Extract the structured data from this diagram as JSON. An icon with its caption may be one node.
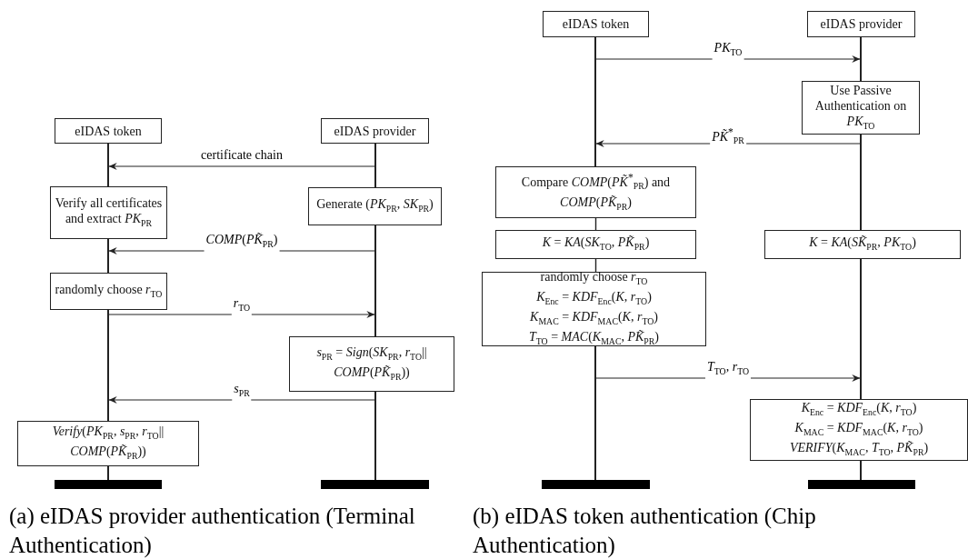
{
  "diagram": {
    "nodes": [
      {
        "text": [
          "eIDAS token"
        ]
      },
      {
        "text": [
          "eIDAS provider"
        ]
      },
      {
        "text": [],
        "shape": "line"
      },
      {
        "text": [],
        "shape": "line"
      },
      {
        "text": [
          "Verify all certificates and extract *PK*$_{PR}$"
        ]
      },
      {
        "text": [
          "Generate (*PK*$_{PR}$, *SK*$_{PR}$)"
        ]
      },
      {
        "text": [],
        "shape": "line"
      },
      {
        "text": [],
        "shape": "line"
      },
      {
        "text": [
          "randomly choose *r*$_{TO}$"
        ]
      },
      {
        "text": [],
        "shape": "line"
      },
      {
        "text": [
          "*s*$_{PR}$ = *Sign*(*SK*$_{PR}$, *r*$_{TO}$|| *COMP*(*PK̃*$_{PR}$))"
        ]
      },
      {
        "text": [],
        "shape": "line"
      },
      {
        "text": [
          "*Verify*(*PK*$_{PR}$, *s*$_{PR}$, *r*$_{TO}$|| *COMP*(*PK̃*$_{PR}$))"
        ]
      },
      {
        "text": [
          "eIDAS token"
        ]
      },
      {
        "text": [
          "eIDAS provider"
        ]
      },
      {
        "text": [],
        "shape": "line"
      },
      {
        "text": [],
        "shape": "line"
      },
      {
        "text": [
          "Use Passive Authentication on *PK*$_{TO}$"
        ]
      },
      {
        "text": [],
        "shape": "line"
      },
      {
        "text": [
          "Compare *COMP*(*PK̃*$^{*}$$_{PR}$) and *COMP*(*PK̃*$_{PR}$)"
        ]
      },
      {
        "text": [
          "*K* = *KA*(*SK*$_{TO}$, *PK̃*$_{PR}$)"
        ]
      },
      {
        "text": [
          "*K* = *KA*(*SK̃*$_{PR}$, *PK*$_{TO}$)"
        ]
      },
      {
        "text": [],
        "shape": "line"
      },
      {
        "text": [
          "randomly choose *r*$_{TO}$",
          "*K*$_{Enc}$ = *KDF*$_{Enc}$(*K*, *r*$_{TO}$)",
          "*K*$_{MAC}$ = *KDF*$_{MAC}$(*K*, *r*$_{TO}$)",
          "*T*$_{TO}$ = *MAC*(*K*$_{MAC}$, *PK̃*$_{PR}$)"
        ]
      },
      {
        "text": [],
        "shape": "line"
      },
      {
        "text": [
          "*K*$_{Enc}$ = *KDF*$_{Enc}$(*K*, *r*$_{TO}$)",
          "*K*$_{MAC}$ = *KDF*$_{MAC}$(*K*, *r*$_{TO}$)",
          "*VERIFY*(*K*$_{MAC}$, *T*$_{TO}$, *PK̃*$_{PR}$)"
        ]
      }
    ],
    "edges": [
      {
        "from": 3,
        "to": 2,
        "arrow": "to",
        "label": "certificate chain"
      },
      {
        "from": 7,
        "to": 6,
        "arrow": "to",
        "label": "*COMP*(*PK̃*$_{PR}$)"
      },
      {
        "from": 9,
        "to": 7,
        "arrow": "to",
        "label": "*r*$_{TO}$"
      },
      {
        "from": 11,
        "to": 9,
        "arrow": "to",
        "label": "*s*$_{PR}$"
      },
      {
        "from": 15,
        "to": 16,
        "arrow": "to",
        "label": "*PK*$_{TO}$"
      },
      {
        "from": 18,
        "to": 15,
        "arrow": "to",
        "label": "*PK̃*$^{*}$$_{PR}$"
      },
      {
        "from": 24,
        "to": 22,
        "arrow": "to",
        "label": "*T*$_{TO}$, *r*$_{TO}$"
      },
      {
        "from": 19,
        "to": 20,
        "arrow": "none"
      },
      {
        "from": 20,
        "to": 23,
        "arrow": "none"
      }
    ],
    "labels": [
      "(a) eIDAS provider authentication (Terminal Authentication)",
      "(b) eIDAS token authentication (Chip Authentication)"
    ]
  }
}
